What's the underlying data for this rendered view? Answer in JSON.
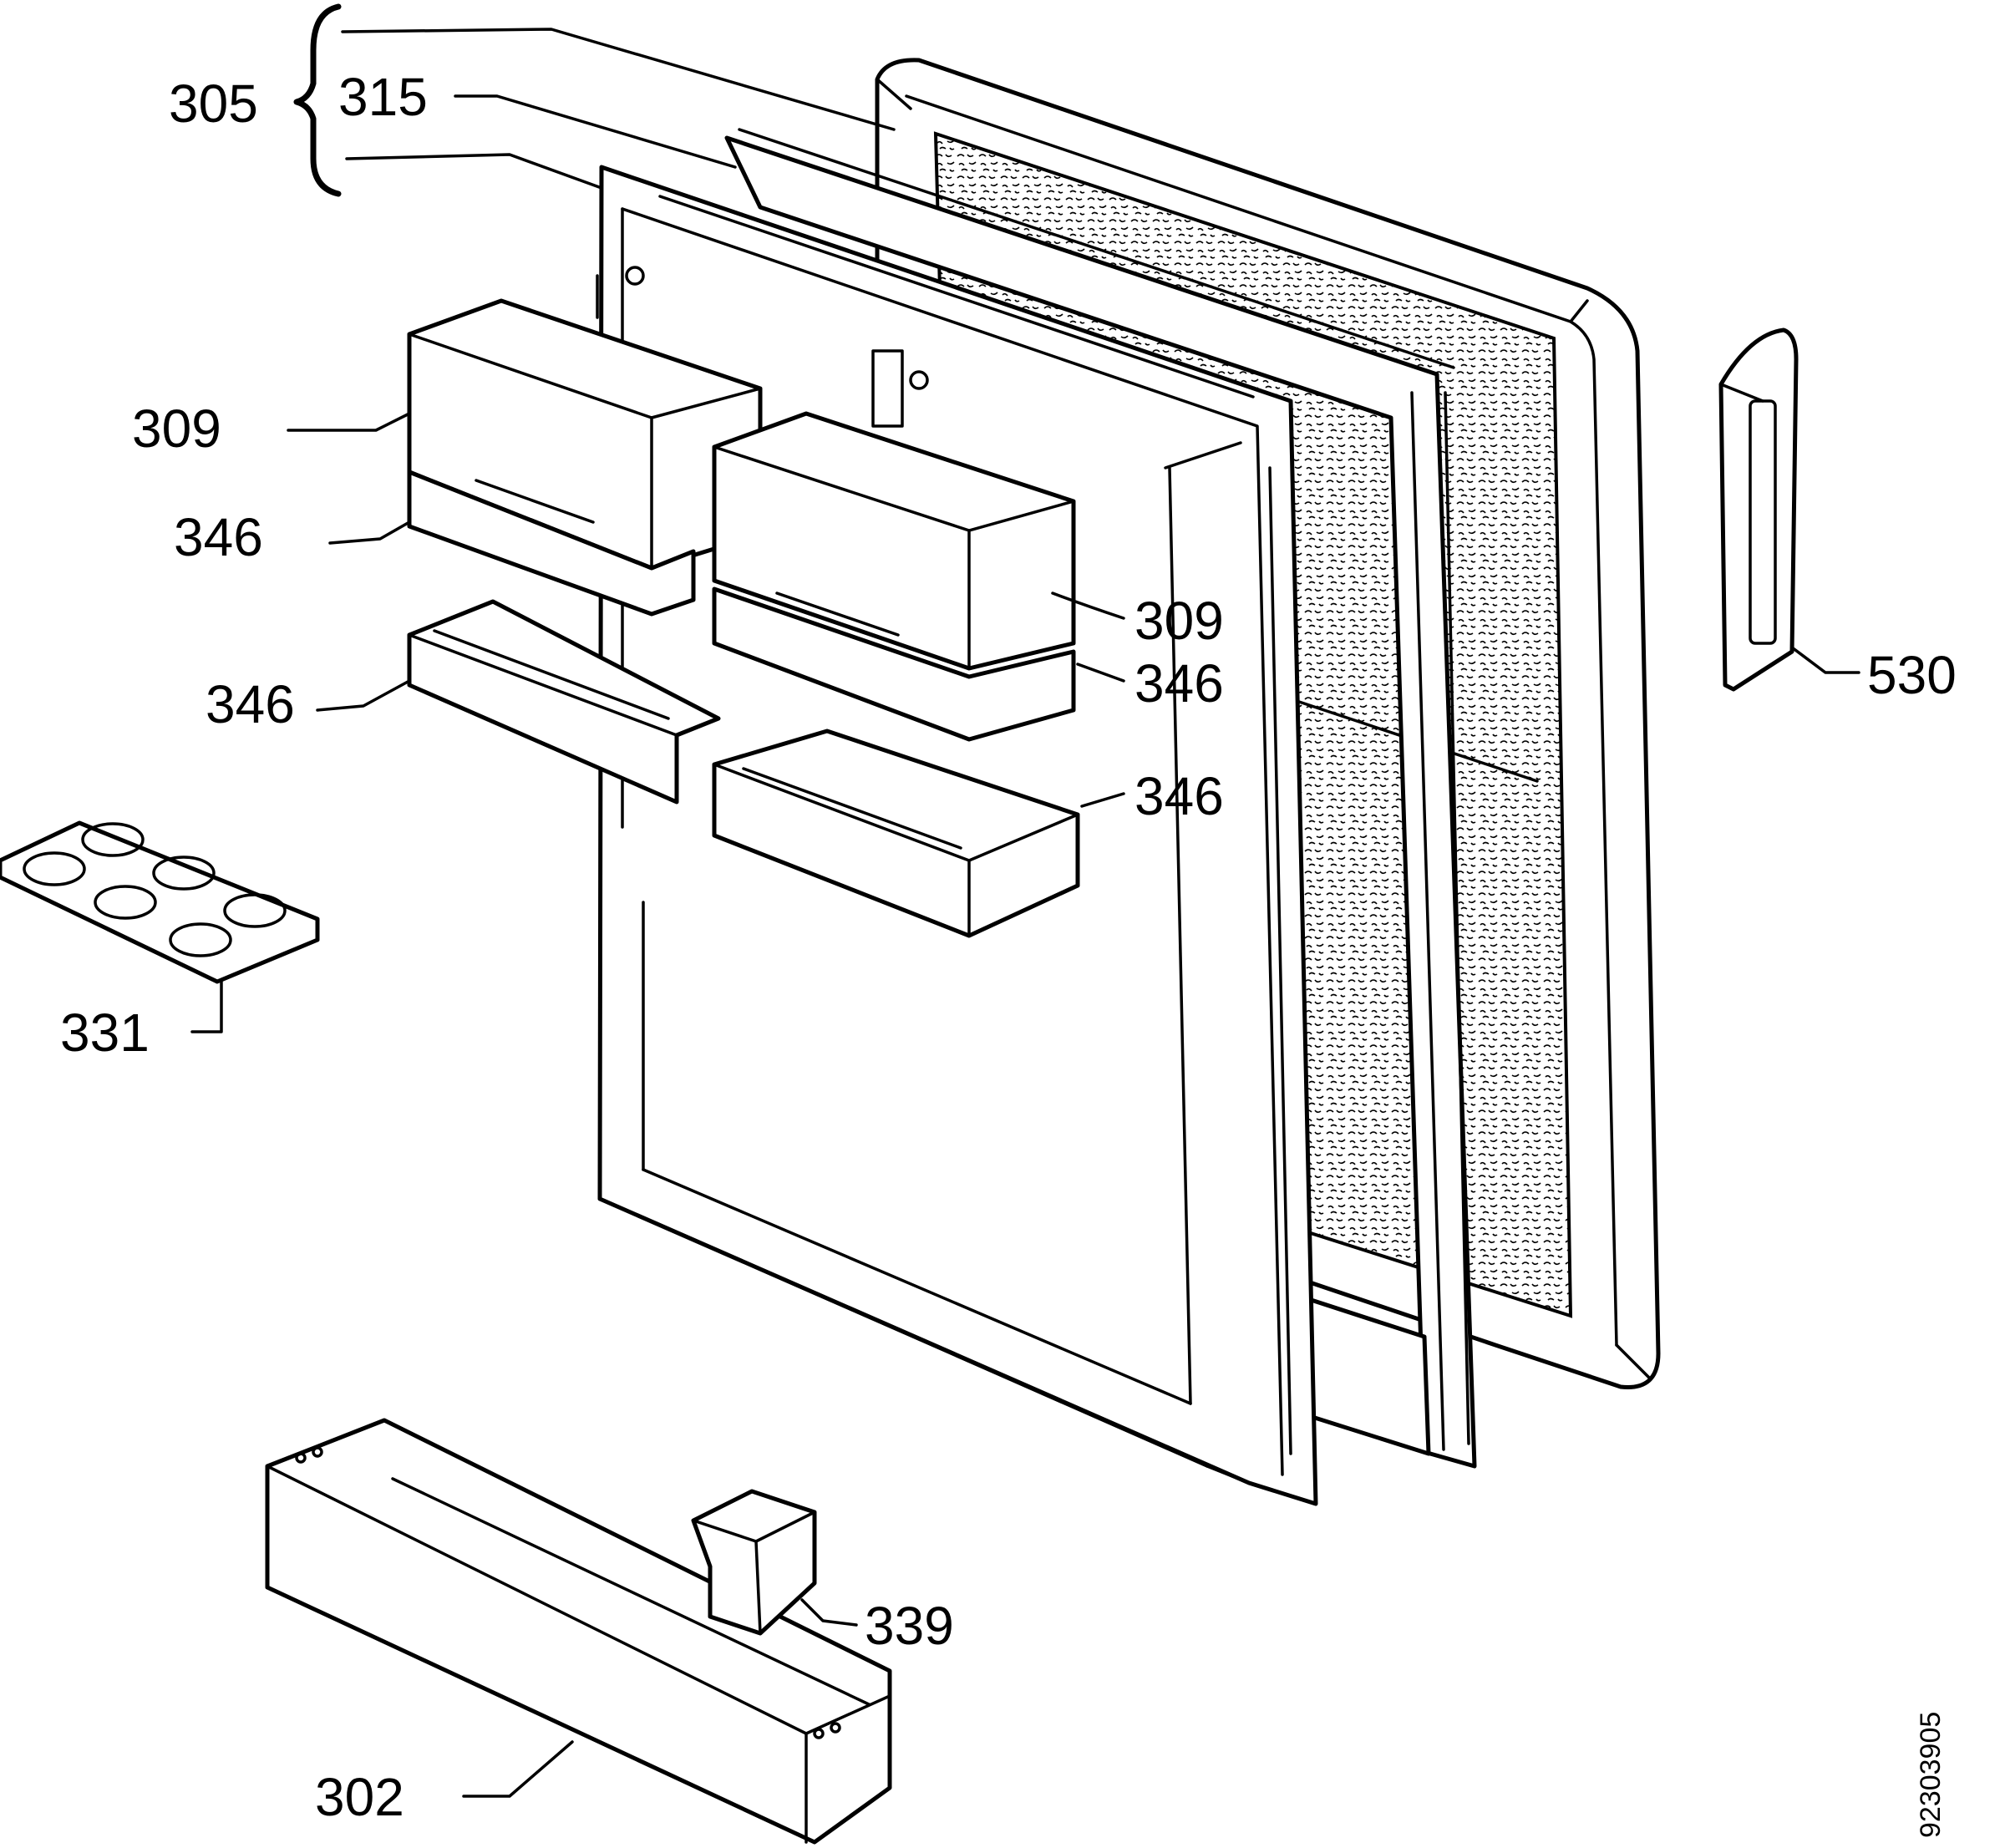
{
  "colors": {
    "line": "#000000",
    "background": "#ffffff"
  },
  "labels": {
    "l305": "305",
    "l315": "315",
    "l309a": "309",
    "l346a": "346",
    "l346b": "346",
    "l309b": "309",
    "l346c": "346",
    "l346d": "346",
    "l530": "530",
    "l331": "331",
    "l339": "339",
    "l302": "302"
  },
  "doc_number": "92303905"
}
